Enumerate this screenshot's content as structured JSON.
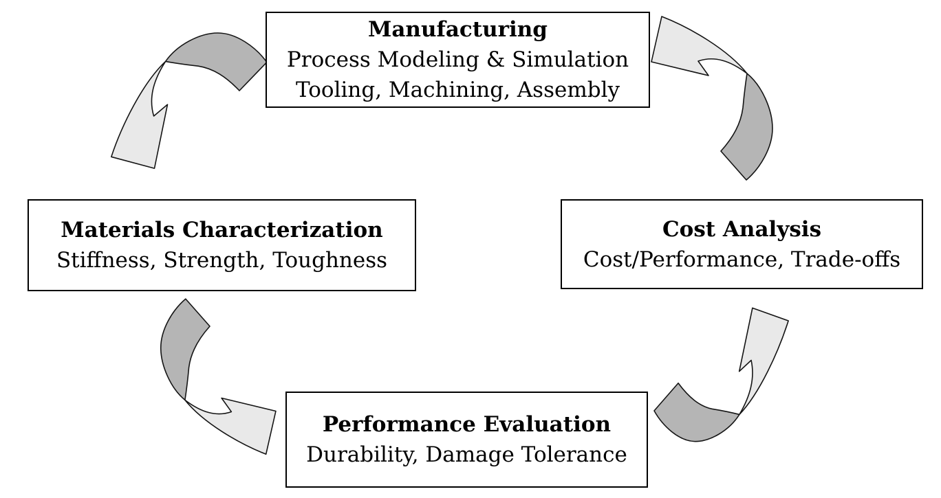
{
  "diagram": {
    "type": "cycle",
    "cycle_direction": "counterclockwise"
  },
  "colors": {
    "background": "#ffffff",
    "box_fill": "#ffffff",
    "box_border": "#000000",
    "text": "#000000",
    "arrow_tail_fill": "#b5b5b5",
    "arrow_head_fill": "#e9e9e9",
    "arrow_outline": "#141414"
  },
  "nodes": [
    {
      "id": "manufacturing",
      "title": "Manufacturing",
      "lines": [
        "Process Modeling & Simulation",
        "Tooling, Machining, Assembly"
      ]
    },
    {
      "id": "materials-characterization",
      "title": "Materials Characterization",
      "lines": [
        "Stiffness, Strength, Toughness"
      ]
    },
    {
      "id": "cost-analysis",
      "title": "Cost Analysis",
      "lines": [
        "Cost/Performance, Trade-offs"
      ]
    },
    {
      "id": "performance-evaluation",
      "title": "Performance Evaluation",
      "lines": [
        "Durability, Damage Tolerance"
      ]
    }
  ],
  "arrows": [
    {
      "id": "manufacturing-to-materials",
      "from": "Manufacturing",
      "to": "Materials Characterization"
    },
    {
      "id": "materials-to-performance",
      "from": "Materials Characterization",
      "to": "Performance Evaluation"
    },
    {
      "id": "performance-to-cost",
      "from": "Performance Evaluation",
      "to": "Cost Analysis"
    },
    {
      "id": "cost-to-manufacturing",
      "from": "Cost Analysis",
      "to": "Manufacturing"
    }
  ]
}
